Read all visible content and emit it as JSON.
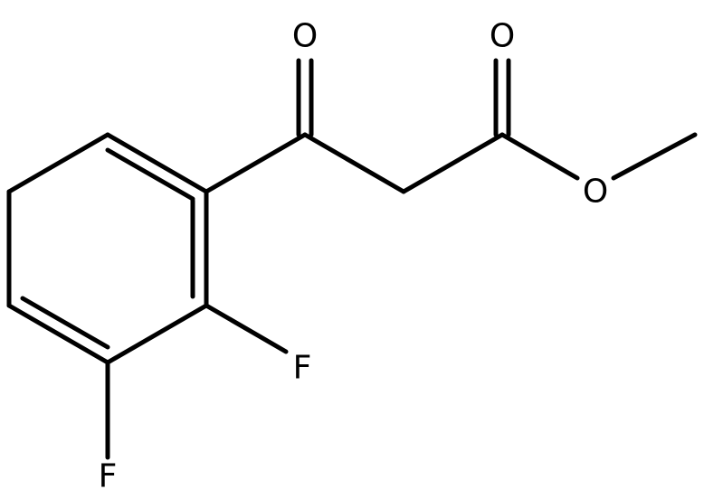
{
  "atoms": {
    "carbonyl_o_ketone": "O",
    "carbonyl_o_ester": "O",
    "ester_o": "O",
    "fluorine_2": "F",
    "fluorine_3": "F"
  },
  "colors": {
    "bond": "#000000",
    "label": "#000000",
    "background": "#ffffff"
  }
}
